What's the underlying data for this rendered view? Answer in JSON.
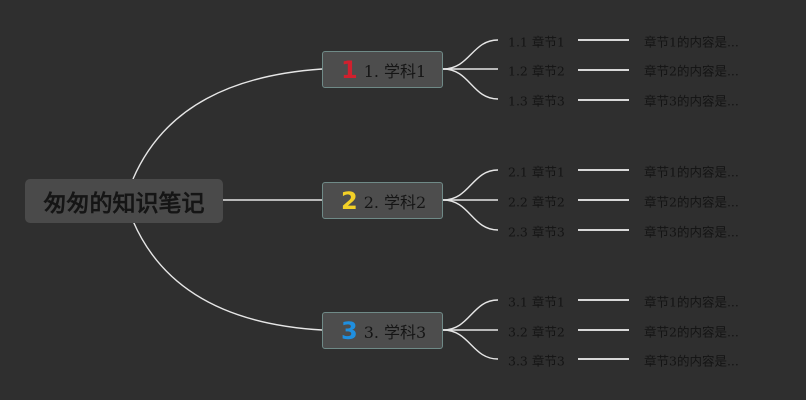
{
  "root": {
    "title": "匆匆的知识笔记"
  },
  "colors": {
    "background": "#2f2f2f",
    "connector": "#e6e6e6",
    "badge_1": "#d0202e",
    "badge_2": "#f2d027",
    "badge_3": "#1f8fe0"
  },
  "subjects": [
    {
      "badge": "1",
      "label": "1. 学科1",
      "badge_icon": "number-1-icon",
      "chapters": [
        {
          "label": "1.1 章节1",
          "content": "章节1的内容是..."
        },
        {
          "label": "1.2 章节2",
          "content": "章节2的内容是..."
        },
        {
          "label": "1.3 章节3",
          "content": "章节3的内容是..."
        }
      ]
    },
    {
      "badge": "2",
      "label": "2. 学科2",
      "badge_icon": "number-2-icon",
      "chapters": [
        {
          "label": "2.1 章节1",
          "content": "章节1的内容是..."
        },
        {
          "label": "2.2 章节2",
          "content": "章节2的内容是..."
        },
        {
          "label": "2.3 章节3",
          "content": "章节3的内容是..."
        }
      ]
    },
    {
      "badge": "3",
      "label": "3. 学科3",
      "badge_icon": "number-3-icon",
      "chapters": [
        {
          "label": "3.1 章节1",
          "content": "章节1的内容是..."
        },
        {
          "label": "3.2 章节2",
          "content": "章节2的内容是..."
        },
        {
          "label": "3.3 章节3",
          "content": "章节3的内容是..."
        }
      ]
    }
  ]
}
